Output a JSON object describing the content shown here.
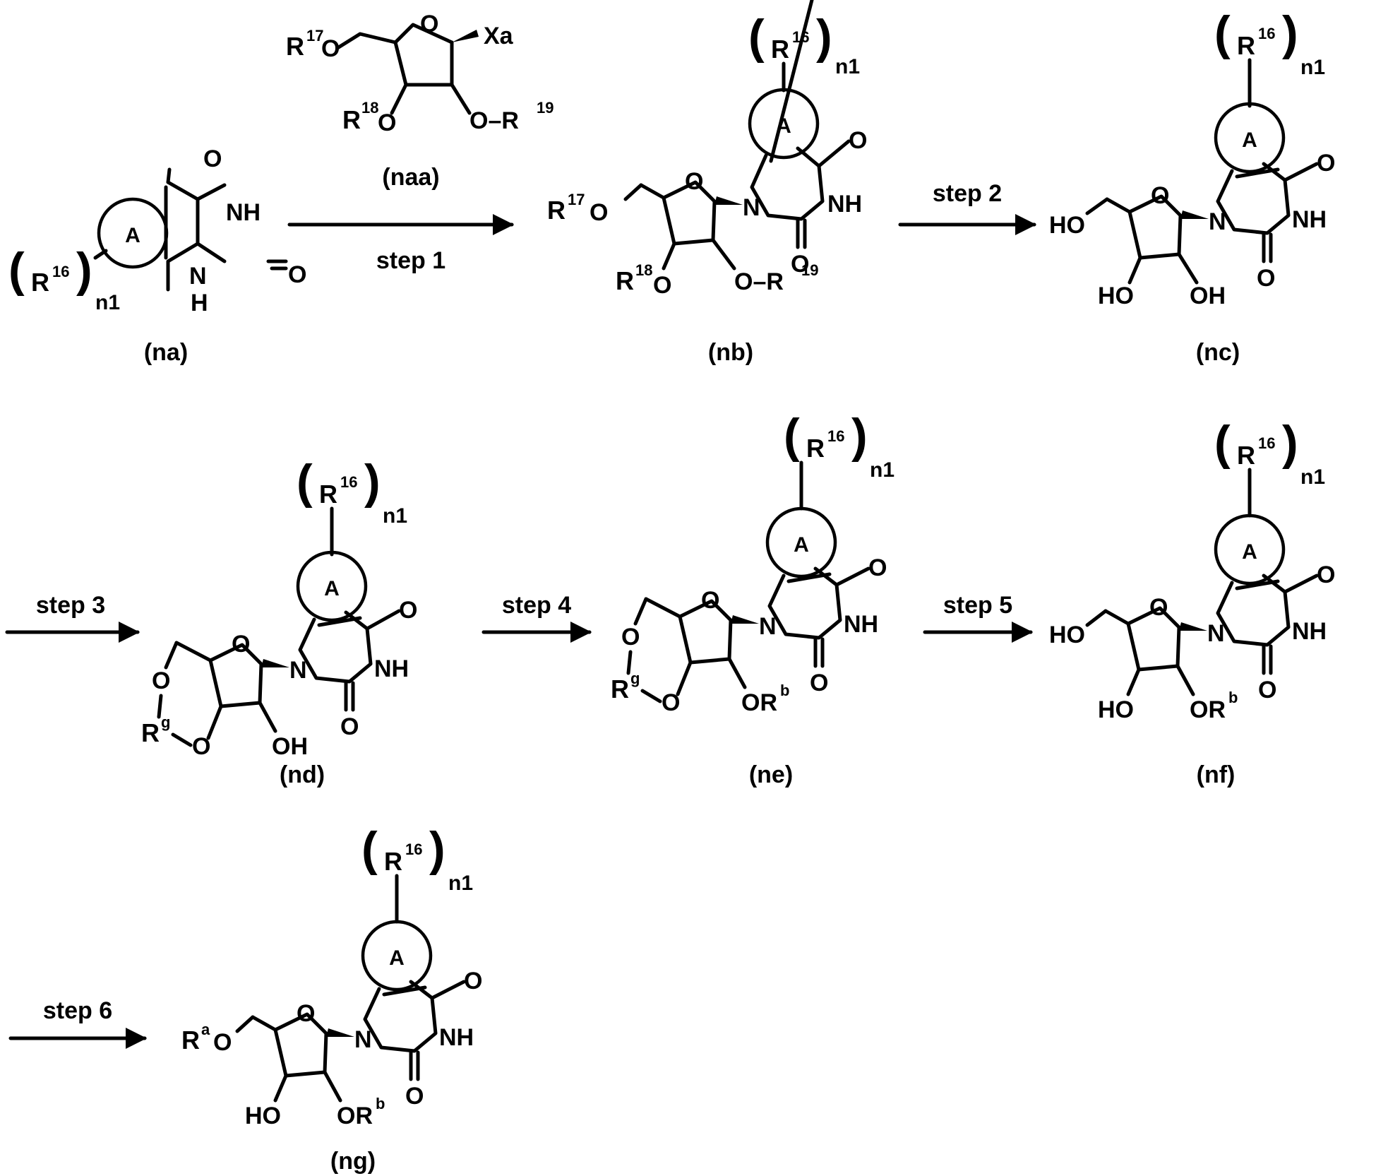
{
  "scheme": {
    "compounds": [
      {
        "id": "na",
        "label": "(na)"
      },
      {
        "id": "naa",
        "label": "(naa)"
      },
      {
        "id": "nb",
        "label": "(nb)"
      },
      {
        "id": "nc",
        "label": "(nc)"
      },
      {
        "id": "nd",
        "label": "(nd)"
      },
      {
        "id": "ne",
        "label": "(ne)"
      },
      {
        "id": "nf",
        "label": "(nf)"
      },
      {
        "id": "ng",
        "label": "(ng)"
      }
    ],
    "steps": [
      {
        "id": "step1",
        "label": "step 1"
      },
      {
        "id": "step2",
        "label": "step 2"
      },
      {
        "id": "step3",
        "label": "step 3"
      },
      {
        "id": "step4",
        "label": "step 4"
      },
      {
        "id": "step5",
        "label": "step 5"
      },
      {
        "id": "step6",
        "label": "step 6"
      }
    ],
    "atoms": {
      "O": "O",
      "NH": "NH",
      "N": "N",
      "H": "H",
      "HO": "HO",
      "OH": "OH",
      "Xa": "Xa",
      "ring": "A",
      "R": "R",
      "n1": "n1",
      "sup16": "16",
      "sup17": "17",
      "sup18": "18",
      "sup19": "19",
      "Rg": "R",
      "supg": "g",
      "Ra": "R",
      "supa": "a",
      "ORb": "OR",
      "supb": "b",
      "Odash": "O–R"
    }
  }
}
